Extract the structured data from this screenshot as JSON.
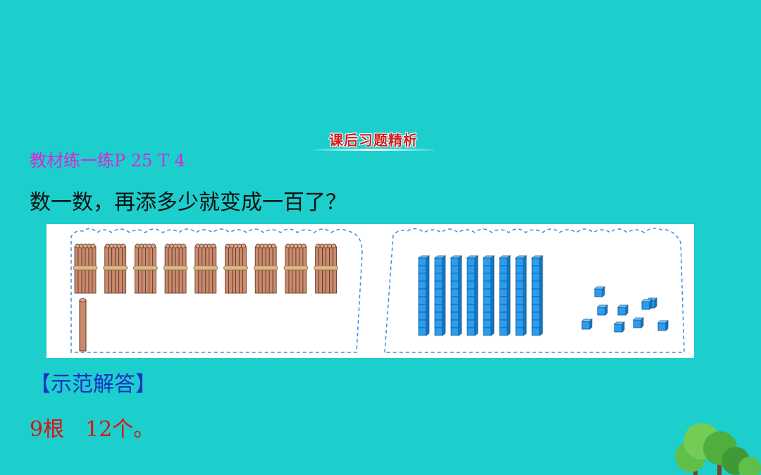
{
  "banner": {
    "title": "课后习题精析"
  },
  "reference": {
    "text": "教材练一练P 25 T 4"
  },
  "question": {
    "text": "数一数，再添多少就变成一百了？"
  },
  "solution": {
    "heading": "【示范解答】",
    "answer": "9根　12个。"
  },
  "figure": {
    "stick_bundles": 9,
    "single_sticks": 1,
    "cube_rods": 8,
    "single_cubes": 9,
    "colors": {
      "stick": "#c98a6e",
      "stick_outline": "#5a3422",
      "band": "#d9b98c",
      "cube": "#2a9df0",
      "dashed_border": "#3a8ee0"
    }
  },
  "decoration": {
    "tree_icon": "tree-icon"
  }
}
